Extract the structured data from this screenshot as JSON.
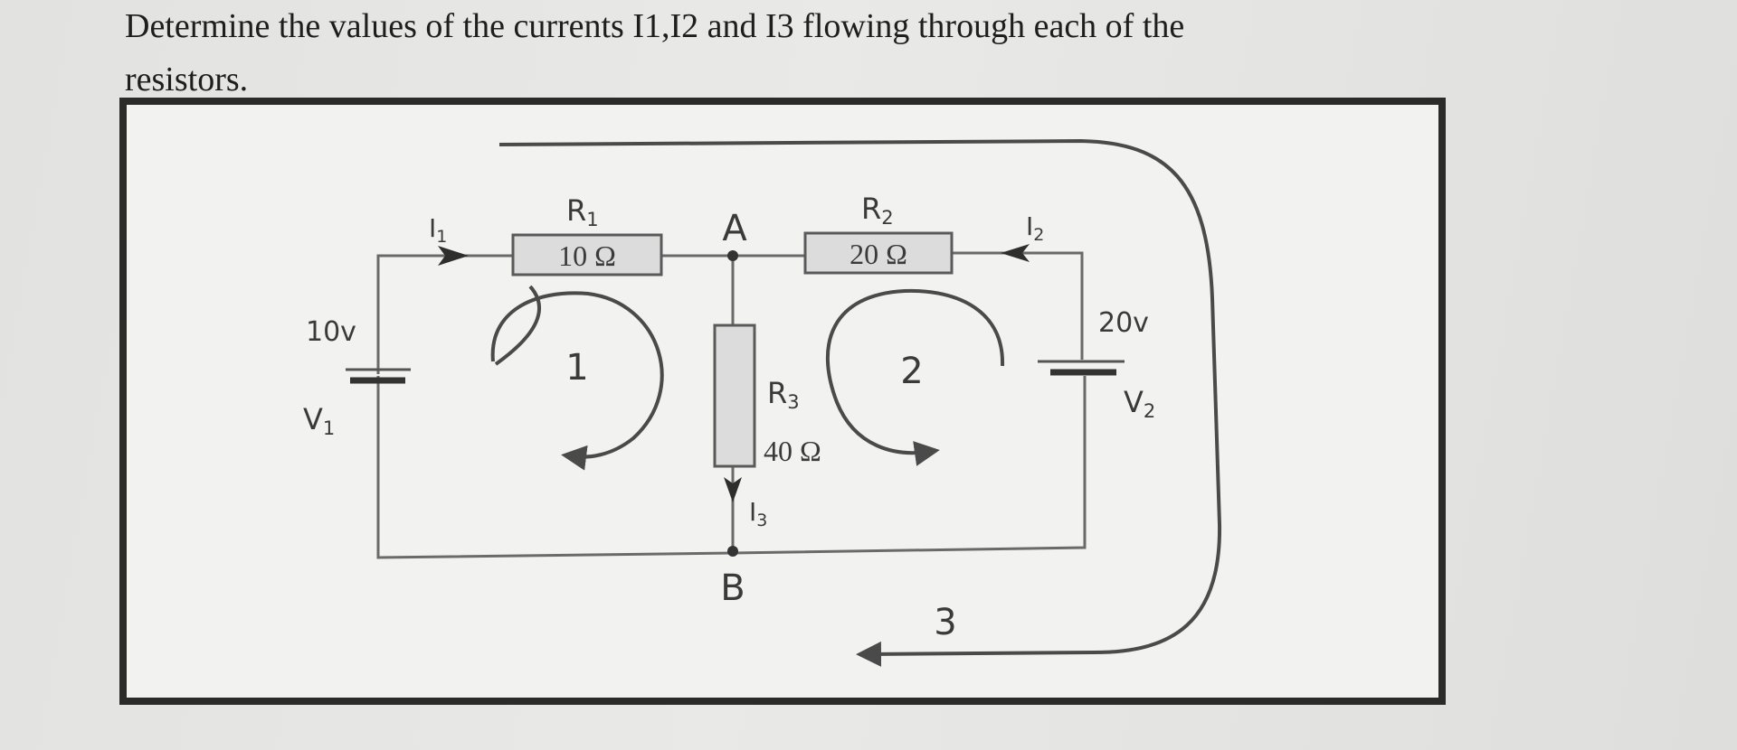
{
  "question": {
    "line1": "Determine the values of the currents I1,I2 and I3  flowing through each of the",
    "line2": "resistors."
  },
  "circuit": {
    "r1": {
      "name": "R",
      "sub": "1",
      "value": "10 Ω"
    },
    "r2": {
      "name": "R",
      "sub": "2",
      "value": "20 Ω"
    },
    "r3": {
      "name": "R",
      "sub": "3",
      "value": "40 Ω"
    },
    "v1": {
      "name": "V",
      "sub": "1",
      "value": "10v"
    },
    "v2": {
      "name": "V",
      "sub": "2",
      "value": "20v"
    },
    "i1": {
      "name": "I",
      "sub": "1"
    },
    "i2": {
      "name": "I",
      "sub": "2"
    },
    "i3": {
      "name": "I",
      "sub": "3"
    },
    "node_a": "A",
    "node_b": "B",
    "loop1": "1",
    "loop2": "2",
    "loop3": "3"
  }
}
